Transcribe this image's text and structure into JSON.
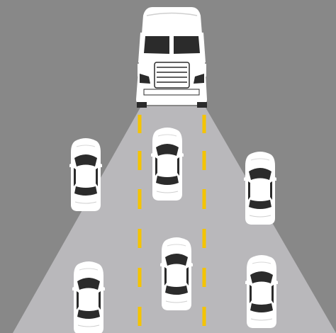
{
  "scene": {
    "background_color": "#888888",
    "beam_color": "#b9b8bb",
    "lane_marking_color": "#f5c400",
    "vehicle_color": "#ffffff",
    "vehicle_detail_color": "#2b2b2b",
    "vehicles": [
      {
        "kind": "truck",
        "name": "semi-truck-icon"
      },
      {
        "kind": "car",
        "name": "car-icon"
      },
      {
        "kind": "car",
        "name": "car-icon"
      },
      {
        "kind": "car",
        "name": "car-icon"
      },
      {
        "kind": "car",
        "name": "car-icon"
      },
      {
        "kind": "car",
        "name": "car-icon"
      },
      {
        "kind": "car",
        "name": "car-icon"
      }
    ]
  }
}
